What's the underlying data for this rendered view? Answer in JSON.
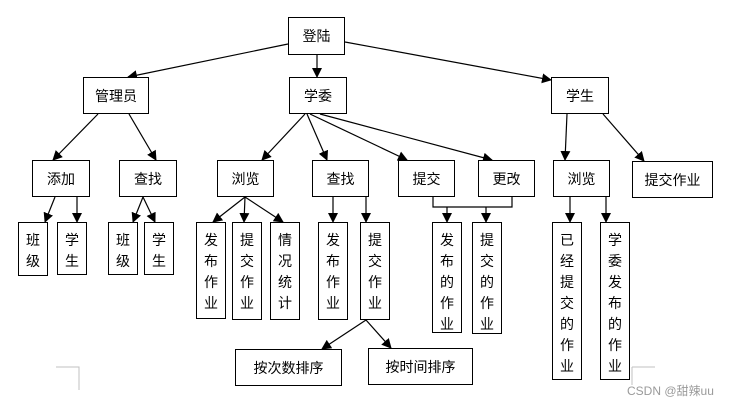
{
  "diagram": {
    "type": "hierarchy-tree",
    "root": "login",
    "nodes": [
      {
        "id": "login",
        "label": "登陆",
        "orientation": "horizontal"
      },
      {
        "id": "admin",
        "label": "管理员",
        "orientation": "horizontal"
      },
      {
        "id": "monitor",
        "label": "学委",
        "orientation": "horizontal"
      },
      {
        "id": "student",
        "label": "学生",
        "orientation": "horizontal"
      },
      {
        "id": "admin-add",
        "label": "添加",
        "orientation": "horizontal"
      },
      {
        "id": "admin-find",
        "label": "查找",
        "orientation": "horizontal"
      },
      {
        "id": "admin-add-class",
        "label": "班级",
        "orientation": "vertical"
      },
      {
        "id": "admin-add-student",
        "label": "学生",
        "orientation": "vertical"
      },
      {
        "id": "admin-find-class",
        "label": "班级",
        "orientation": "vertical"
      },
      {
        "id": "admin-find-student",
        "label": "学生",
        "orientation": "vertical"
      },
      {
        "id": "monitor-browse",
        "label": "浏览",
        "orientation": "horizontal"
      },
      {
        "id": "monitor-find",
        "label": "查找",
        "orientation": "horizontal"
      },
      {
        "id": "monitor-submit",
        "label": "提交",
        "orientation": "horizontal"
      },
      {
        "id": "monitor-modify",
        "label": "更改",
        "orientation": "horizontal"
      },
      {
        "id": "browse-published",
        "label": "发布作业",
        "orientation": "vertical"
      },
      {
        "id": "browse-submitted",
        "label": "提交作业",
        "orientation": "vertical"
      },
      {
        "id": "browse-stats",
        "label": "情况统计",
        "orientation": "vertical"
      },
      {
        "id": "find-published",
        "label": "发布作业",
        "orientation": "vertical"
      },
      {
        "id": "find-submitted",
        "label": "提交作业",
        "orientation": "vertical"
      },
      {
        "id": "sort-by-count",
        "label": "按次数排序",
        "orientation": "horizontal"
      },
      {
        "id": "sort-by-time",
        "label": "按时间排序",
        "orientation": "horizontal"
      },
      {
        "id": "sm-published",
        "label": "发布的作业",
        "orientation": "vertical"
      },
      {
        "id": "sm-submitted",
        "label": "提交的作业",
        "orientation": "vertical"
      },
      {
        "id": "student-browse",
        "label": "浏览",
        "orientation": "horizontal"
      },
      {
        "id": "student-submit",
        "label": "提交作业",
        "orientation": "horizontal"
      },
      {
        "id": "student-submitted",
        "label": "已经提交的作业",
        "orientation": "vertical"
      },
      {
        "id": "student-monitor-published",
        "label": "学委发布的作业",
        "orientation": "vertical"
      }
    ],
    "edges": [
      {
        "from": "login",
        "to": "admin"
      },
      {
        "from": "login",
        "to": "monitor"
      },
      {
        "from": "login",
        "to": "student"
      },
      {
        "from": "admin",
        "to": "admin-add"
      },
      {
        "from": "admin",
        "to": "admin-find"
      },
      {
        "from": "admin-add",
        "to": "admin-add-class"
      },
      {
        "from": "admin-add",
        "to": "admin-add-student"
      },
      {
        "from": "admin-find",
        "to": "admin-find-class"
      },
      {
        "from": "admin-find",
        "to": "admin-find-student"
      },
      {
        "from": "monitor",
        "to": "monitor-browse"
      },
      {
        "from": "monitor",
        "to": "monitor-find"
      },
      {
        "from": "monitor",
        "to": "monitor-submit"
      },
      {
        "from": "monitor",
        "to": "monitor-modify"
      },
      {
        "from": "monitor-browse",
        "to": "browse-published"
      },
      {
        "from": "monitor-browse",
        "to": "browse-submitted"
      },
      {
        "from": "monitor-browse",
        "to": "browse-stats"
      },
      {
        "from": "monitor-find",
        "to": "find-published"
      },
      {
        "from": "monitor-find",
        "to": "find-submitted"
      },
      {
        "from": "find-submitted",
        "to": "sort-by-count"
      },
      {
        "from": "find-submitted",
        "to": "sort-by-time"
      },
      {
        "from": [
          "monitor-submit",
          "monitor-modify"
        ],
        "to": "sm-published",
        "style": "bracket"
      },
      {
        "from": [
          "monitor-submit",
          "monitor-modify"
        ],
        "to": "sm-submitted",
        "style": "bracket"
      },
      {
        "from": "student",
        "to": "student-browse"
      },
      {
        "from": "student",
        "to": "student-submit"
      },
      {
        "from": "student-browse",
        "to": "student-submitted"
      },
      {
        "from": "student-browse",
        "to": "student-monitor-published"
      }
    ]
  },
  "watermark": "CSDN @甜辣uu"
}
